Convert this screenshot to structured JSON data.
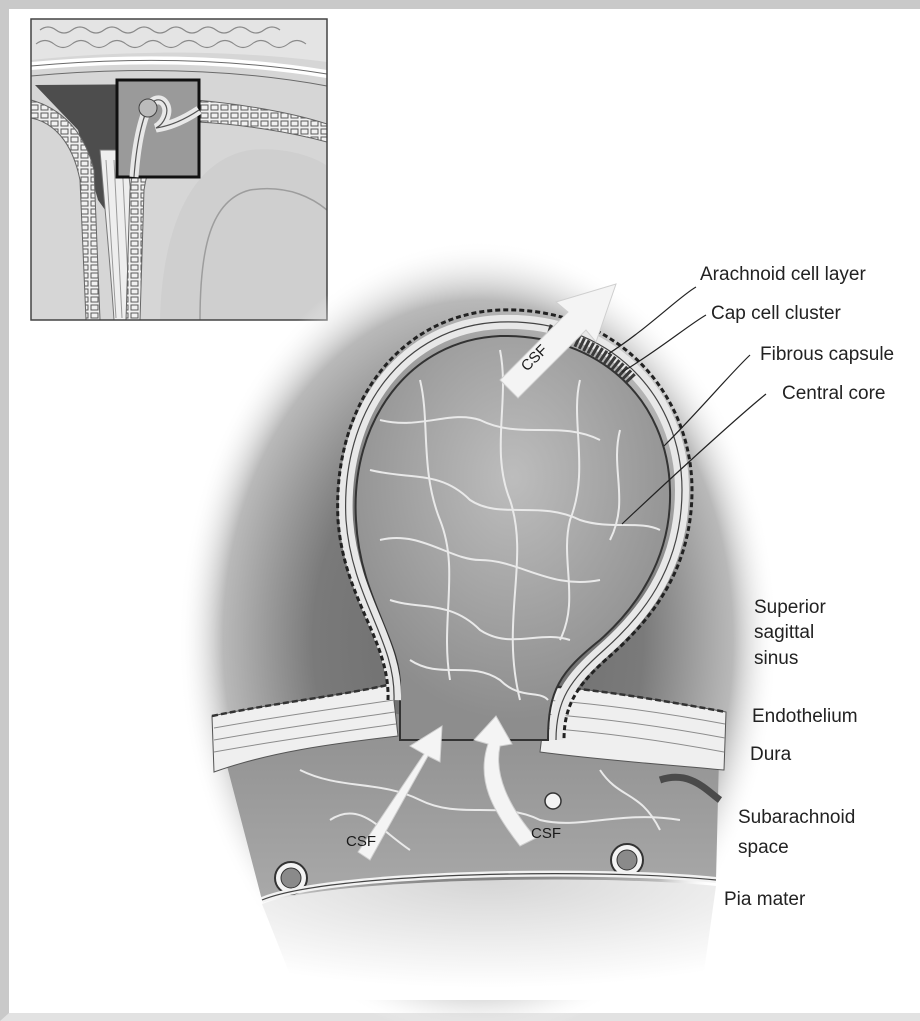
{
  "labels": {
    "arachnoid_cell_layer": "Arachnoid cell layer",
    "cap_cell_cluster": "Cap cell cluster",
    "fibrous_capsule": "Fibrous capsule",
    "central_core": "Central core",
    "superior_sagittal_sinus": [
      "Superior",
      "sagittal",
      "sinus"
    ],
    "endothelium": "Endothelium",
    "dura": "Dura",
    "subarachnoid_space": [
      "Subarachnoid",
      "space"
    ],
    "pia_mater": "Pia mater"
  },
  "flow_labels": {
    "top": "CSF",
    "left": "CSF",
    "right": "CSF"
  },
  "colors": {
    "page_border": "#c9c9c9",
    "halo_dark": "#5a5a5a",
    "granulation_fill": "#9a9a9a",
    "arrow_fill": "#f4f4f4",
    "leader_line": "#222222"
  }
}
